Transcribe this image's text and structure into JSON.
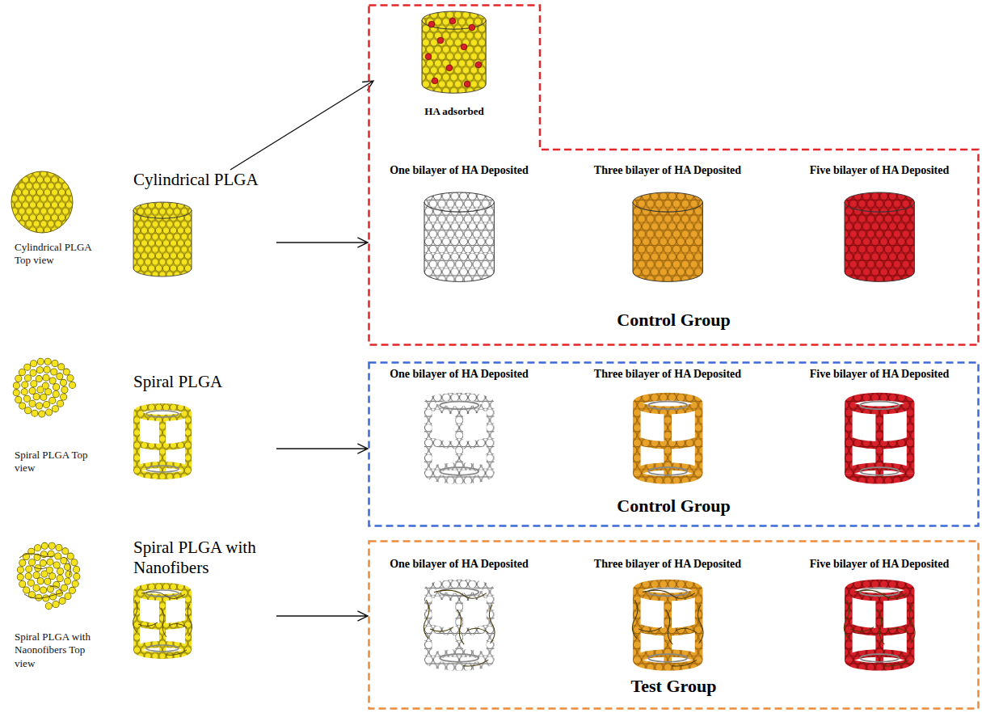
{
  "diagram": {
    "nodes": [
      {
        "text": [
          "Cylindrical PLGA"
        ]
      },
      {
        "text": [
          "Spiral PLGA"
        ]
      },
      {
        "text": [
          "Spiral PLGA with Nanofibers"
        ]
      },
      {
        "text": [
          "Control Group"
        ]
      },
      {
        "text": [
          "HA adsorbed"
        ],
        "in": 3
      },
      {
        "text": [
          "One bilayer of HA Deposited"
        ],
        "in": 3
      },
      {
        "text": [
          "Three bilayer of HA Deposited"
        ],
        "in": 3
      },
      {
        "text": [
          "Five bilayer of HA Deposited"
        ],
        "in": 3
      },
      {
        "text": [
          "Control Group"
        ]
      },
      {
        "text": [
          "One bilayer of HA Deposited"
        ],
        "in": 8
      },
      {
        "text": [
          "Three bilayer of HA Deposited"
        ],
        "in": 8
      },
      {
        "text": [
          "Five bilayer of HA Deposited"
        ],
        "in": 8
      },
      {
        "text": [
          "Test Group"
        ]
      },
      {
        "text": [
          "One bilayer of HA Deposited"
        ],
        "in": 12
      },
      {
        "text": [
          "Three bilayer of HA Deposited"
        ],
        "in": 12
      },
      {
        "text": [
          "Five bilayer of HA Deposited"
        ],
        "in": 12
      }
    ],
    "edges": [
      {
        "from": 0,
        "to": 4,
        "arrow": "to"
      },
      {
        "from": 0,
        "to": 3,
        "arrow": "to"
      },
      {
        "from": 1,
        "to": 8,
        "arrow": "to"
      },
      {
        "from": 2,
        "to": 12,
        "arrow": "to"
      }
    ],
    "labels": [
      "Cylindrical PLGA Top view",
      "Spiral PLGA Top view",
      "Spiral PLGA with Naonofibers Top view"
    ]
  }
}
